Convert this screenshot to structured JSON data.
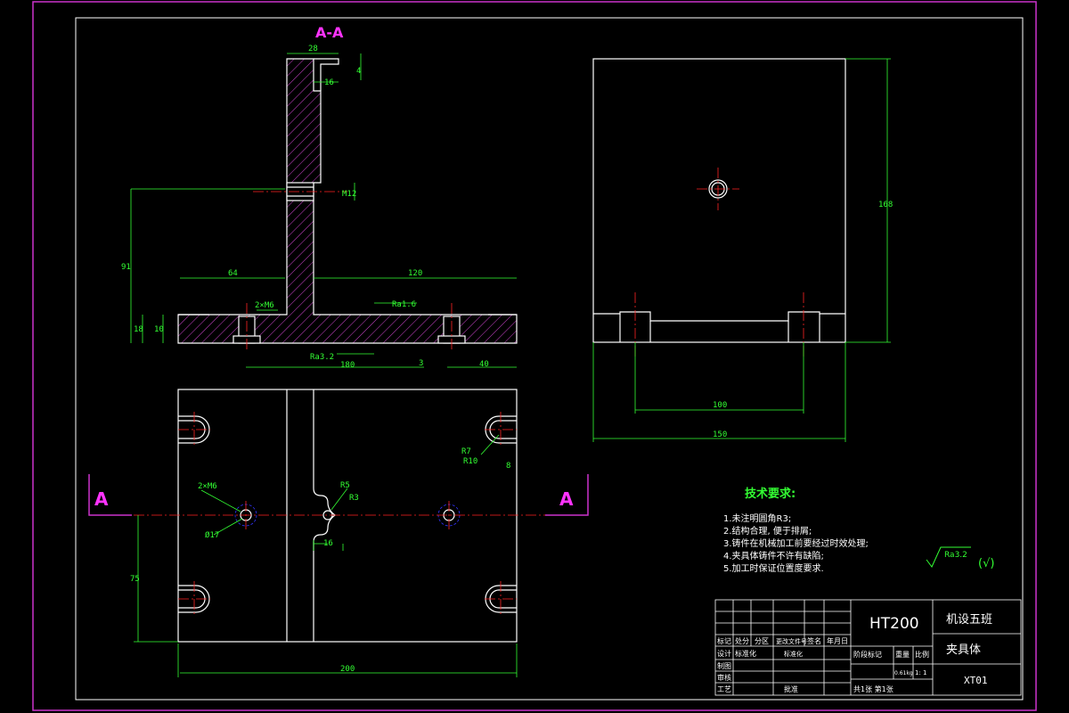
{
  "colors": {
    "background": "#000000",
    "outline": "#ffffff",
    "border": "#cc33cc",
    "dimension": "#33ff33",
    "centerline": "#ff2222",
    "hatch": "#cc44cc",
    "hidden": "#3333ff",
    "title_text": "#ffffff",
    "section_text": "#ff33ff"
  },
  "section_view": {
    "label": "A-A",
    "dims": {
      "top_width": "28",
      "top_height": "4",
      "slot": "16",
      "hole": "M12",
      "left_length": "64",
      "right_length": "120",
      "overall_height": "91",
      "base_h1": "18",
      "base_h2": "10",
      "screws": "2×M6",
      "roughness_top": "Ra1.6",
      "roughness_bottom": "Ra3.2",
      "total_length": "180",
      "gap": "3",
      "right_part": "40"
    }
  },
  "side_view": {
    "dims": {
      "height": "168",
      "inner_width": "100",
      "total_width": "150"
    }
  },
  "plan_view": {
    "section_mark_left": "A",
    "section_mark_right": "A",
    "dims": {
      "screws": "2×M6",
      "diameter": "Ø17",
      "r5": "R5",
      "r3": "R3",
      "slot_width": "16",
      "r7": "R7",
      "r10": "R10",
      "edge": "8",
      "height": "75",
      "width": "200"
    }
  },
  "tech_requirements": {
    "title": "技术要求:",
    "items": [
      "1.未注明圆角R3;",
      "2.结构合理, 便于排屑;",
      "3.铸件在机械加工前要经过时效处理;",
      "4.夹具体铸件不许有缺陷;",
      "5.加工时保证位置度要求."
    ],
    "roughness": "Ra3.2",
    "roughness_suffix": "(√)"
  },
  "title_block": {
    "material": "HT200",
    "class_name": "机设五班",
    "part_name": "夹具体",
    "drawing_no": "XT01",
    "headers_row1": [
      "标记",
      "处分",
      "分区",
      "更改文件号",
      "签名",
      "年月日"
    ],
    "design": "设计",
    "std": "标准化",
    "draw": "制图",
    "check": "审核",
    "process": "工艺",
    "approve": "批准",
    "std_name": "标准化",
    "stage_mark": "阶段标记",
    "weight_label": "重量",
    "scale_label": "比例",
    "weight": "0.61kg",
    "scale": "1: 1",
    "sheets": "共1张 第1张"
  }
}
